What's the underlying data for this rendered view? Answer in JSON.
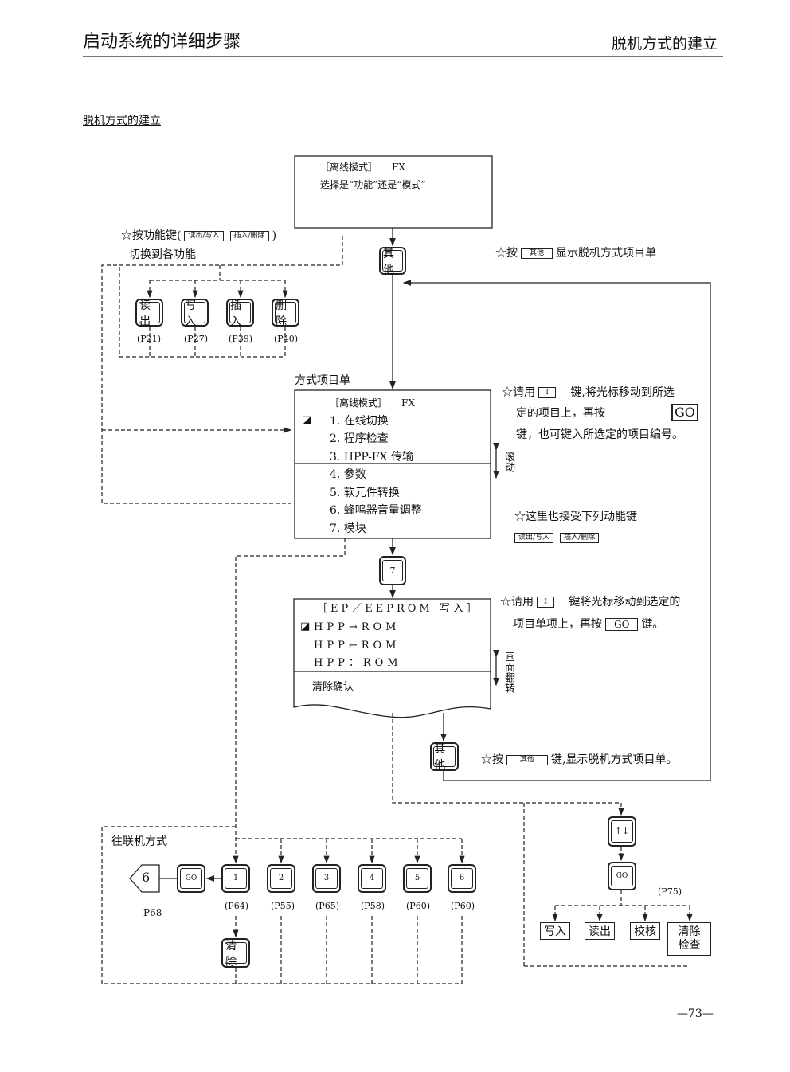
{
  "header": {
    "left_title": "启动系统的详细步骤",
    "right_title": "脱机方式的建立"
  },
  "section_title": "脱机方式的建立",
  "top_box": {
    "line1": "［离线模式］　　FX",
    "line2": "选择是“功能”还是“模式”"
  },
  "func_note": {
    "prefix": "☆按功能键(",
    "key1": "读出/写入",
    "key2": "插入/删除",
    "suffix": ")",
    "line2": "切换到各功能"
  },
  "other_note1": {
    "prefix": "☆按",
    "key": "其他",
    "suffix": "显示脱机方式项目单"
  },
  "keys": {
    "other": "其他",
    "read": "读出",
    "write": "写入",
    "insert": "插入",
    "delete": "删除",
    "seven": "7",
    "go": "GO",
    "clear": "清除",
    "updown": "↑↓"
  },
  "func_pages": [
    "(P21)",
    "(P27)",
    "(P39)",
    "(P40)"
  ],
  "menu": {
    "caption": "方式项目单",
    "header": "［离线模式］　　FX",
    "items": [
      "1.  在线切换",
      "2.  程序检查",
      "3.  HPP-FX 传输",
      "4.  参数",
      "5.  软元件转换",
      "6.  蜂鸣器音量调整",
      "7.  模块"
    ],
    "scroll_label": "滚动"
  },
  "menu_note": {
    "line1a": "☆请用",
    "line1b": "键,将光标移动到所选",
    "line2": "定的项目上，再按",
    "line3": "键，也可键入所选定的项目编号。",
    "line4": "☆这里也接受下列动能键",
    "key1": "读出/写入",
    "key2": "插入/删除"
  },
  "eeprom": {
    "title": "［EP／EEPROM 写入］",
    "items": [
      "HPP→ROM",
      "HPP←ROM",
      "HPP：ROM"
    ],
    "extra": "清除确认",
    "flip_label": "画面翻转"
  },
  "eeprom_note": {
    "line1a": "☆请用",
    "line1b": "键将光标移动到选定的",
    "line2a": "项目单项上，再按",
    "line2b": "键。"
  },
  "other_note2": {
    "prefix": "☆按",
    "key": "其他",
    "suffix": "键,显示脱机方式项目单。"
  },
  "online": {
    "label": "往联机方式",
    "target": "6",
    "target_page": "P68",
    "numbers": [
      "1",
      "2",
      "3",
      "4",
      "5",
      "6"
    ],
    "pages": [
      "(P64)",
      "(P55)",
      "(P65)",
      "(P58)",
      "(P60)",
      "(P60)"
    ]
  },
  "right_branch": {
    "page": "(P75)",
    "options": [
      "写入",
      "读出",
      "校核",
      "清除\n检查"
    ]
  },
  "page_number": "—73—"
}
